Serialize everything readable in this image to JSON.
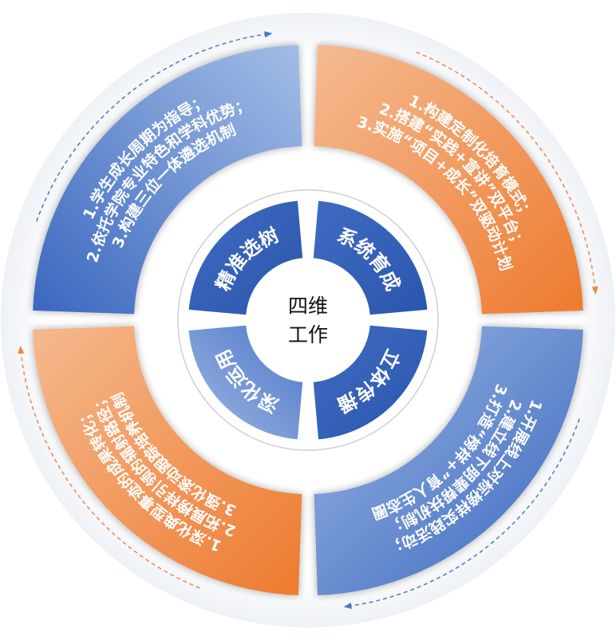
{
  "center": {
    "line1": "四维",
    "line2": "工作"
  },
  "colors": {
    "blue_light": "#9ab6e2",
    "blue_dark": "#3a67bf",
    "orange_light": "#f5b98e",
    "orange_dark": "#ee7a2e",
    "seg_dark": "#2f5db4",
    "seg_light": "#7f9fd8"
  },
  "quadrants": [
    {
      "id": "top-left",
      "segment_label": "精准选树",
      "color": "blue",
      "lines": [
        "1.学生成长周期为指导；",
        "2.依托学院专业特色和学科优势；",
        "3.构建三位一体遴选机制"
      ]
    },
    {
      "id": "top-right",
      "segment_label": "系统育成",
      "color": "orange",
      "lines": [
        "1.构建定制化培育模式；",
        "2.搭建“实践+宣讲”双平台；",
        "3.实施“项目+成长”双驱动计划"
      ]
    },
    {
      "id": "bottom-right",
      "segment_label": "立体传播",
      "color": "blue",
      "lines": [
        "1.开展线上对标榜样实践活动；",
        "2.建立线下朋辈帮扶机制；",
        "3.打造“榜样+”育人生态圈"
      ]
    },
    {
      "id": "bottom-left",
      "segment_label": "深化运用",
      "color": "orange",
      "lines": [
        "1.深化典型事迹的成果转化；",
        "2.拓展榜样引领的辐射路径；",
        "3.强化滚动跟踪培养机制"
      ]
    }
  ]
}
